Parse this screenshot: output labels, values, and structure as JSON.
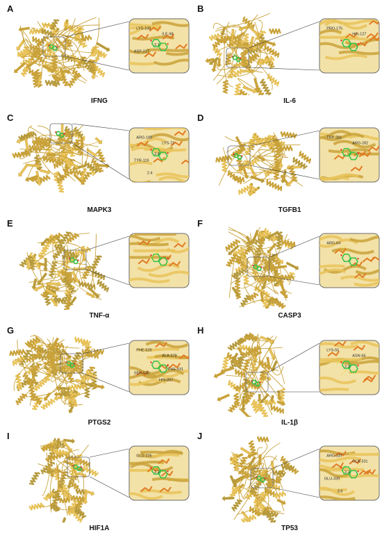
{
  "colors": {
    "ribbon": "#e8c35a",
    "ribbon_dark": "#c9a23a",
    "ribbon_olive": "#b59a3e",
    "ligand": "#3cc24a",
    "residue": "#e07b22",
    "zoom_border": "#6a6a6a"
  },
  "panels": [
    {
      "letter": "A",
      "protein": "IFNG",
      "residues": [
        "LYS-108",
        "ILE-98",
        "ASP-217"
      ],
      "distances": [
        "2.1"
      ]
    },
    {
      "letter": "B",
      "protein": "IL-6",
      "residues": [
        "PRO-175",
        "HIS-127"
      ],
      "distances": []
    },
    {
      "letter": "C",
      "protein": "MAPK3",
      "residues": [
        "ARG-188",
        "LYS-72",
        "TYR-119"
      ],
      "distances": [
        "2.9",
        "2.4"
      ]
    },
    {
      "letter": "D",
      "protein": "TGFB1",
      "residues": [
        "TRP-281",
        "ARG-282"
      ],
      "distances": []
    },
    {
      "letter": "E",
      "protein": "TNF-α",
      "residues": [],
      "distances": []
    },
    {
      "letter": "F",
      "protein": "CASP3",
      "residues": [
        "ARG-64"
      ],
      "distances": []
    },
    {
      "letter": "G",
      "protein": "PTGS2",
      "residues": [
        "PHE-529",
        "ALA-378",
        "SER-530",
        "HIS-207",
        "PHE-531"
      ],
      "distances": []
    },
    {
      "letter": "H",
      "protein": "IL-1β",
      "residues": [
        "LYS-55",
        "ASN-66"
      ],
      "distances": [
        "2.3"
      ]
    },
    {
      "letter": "I",
      "protein": "HIF1A",
      "residues": [
        "GLU-225"
      ],
      "distances": [
        "2.2"
      ]
    },
    {
      "letter": "J",
      "protein": "TP53",
      "residues": [
        "ARG-337",
        "GLN-331",
        "GLU-339"
      ],
      "distances": [
        "2.1",
        "3.6"
      ]
    }
  ]
}
